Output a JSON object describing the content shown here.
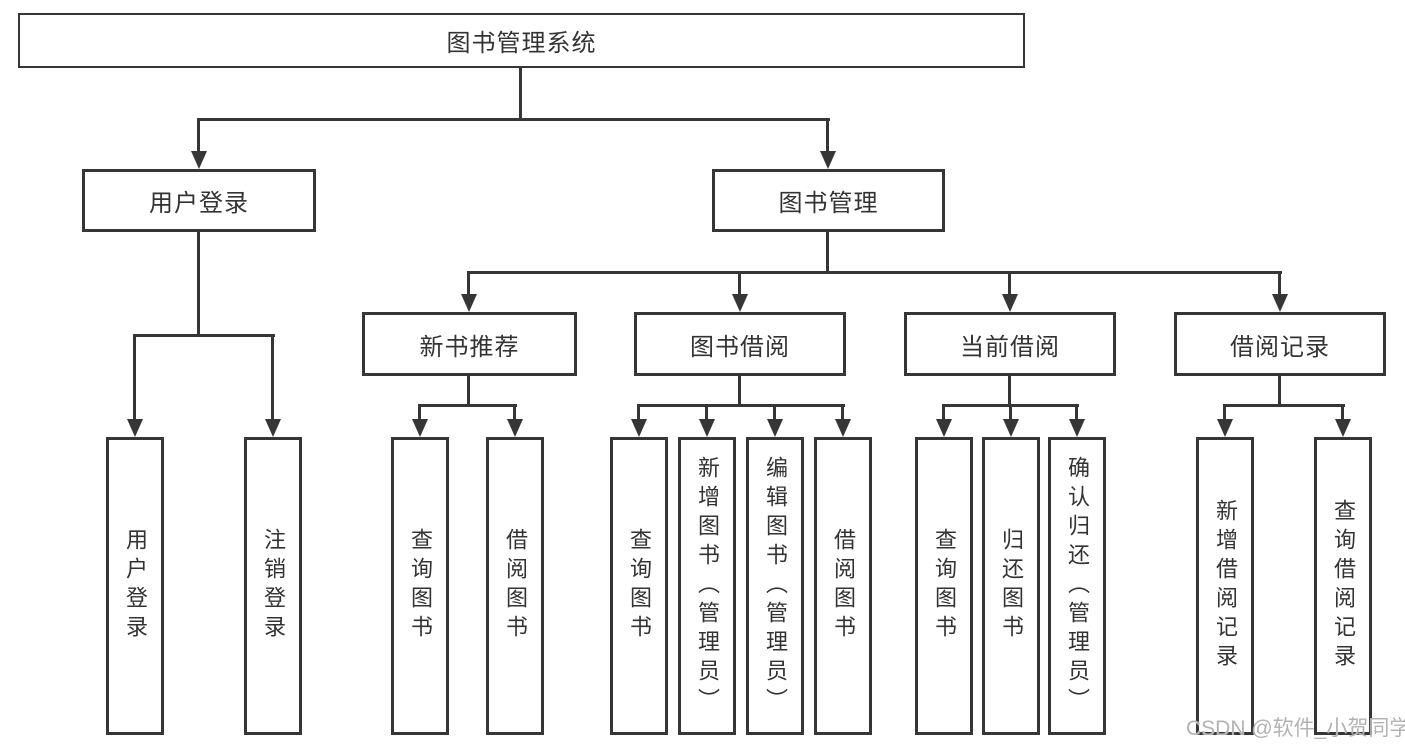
{
  "colors": {
    "line": "#363636",
    "text": "#333333",
    "background": "#ffffff",
    "watermark": "#b3b3b3"
  },
  "watermark": {
    "text": "CSDN @软件_小贺同学"
  },
  "diagram": {
    "type": "hierarchy-tree",
    "root": {
      "label": "图书管理系统"
    },
    "branches": [
      {
        "label": "用户登录",
        "children": [
          {
            "label": "用户登录"
          },
          {
            "label": "注销登录"
          }
        ]
      },
      {
        "label": "图书管理",
        "children": [
          {
            "label": "新书推荐",
            "children": [
              {
                "label": "查询图书"
              },
              {
                "label": "借阅图书"
              }
            ]
          },
          {
            "label": "图书借阅",
            "children": [
              {
                "label": "查询图书"
              },
              {
                "label": "新增图书（管理员）"
              },
              {
                "label": "编辑图书（管理员）"
              },
              {
                "label": "借阅图书"
              }
            ]
          },
          {
            "label": "当前借阅",
            "children": [
              {
                "label": "查询图书"
              },
              {
                "label": "归还图书"
              },
              {
                "label": "确认归还（管理员）"
              }
            ]
          },
          {
            "label": "借阅记录",
            "children": [
              {
                "label": "新增借阅记录"
              },
              {
                "label": "查询借阅记录"
              }
            ]
          }
        ]
      }
    ]
  }
}
